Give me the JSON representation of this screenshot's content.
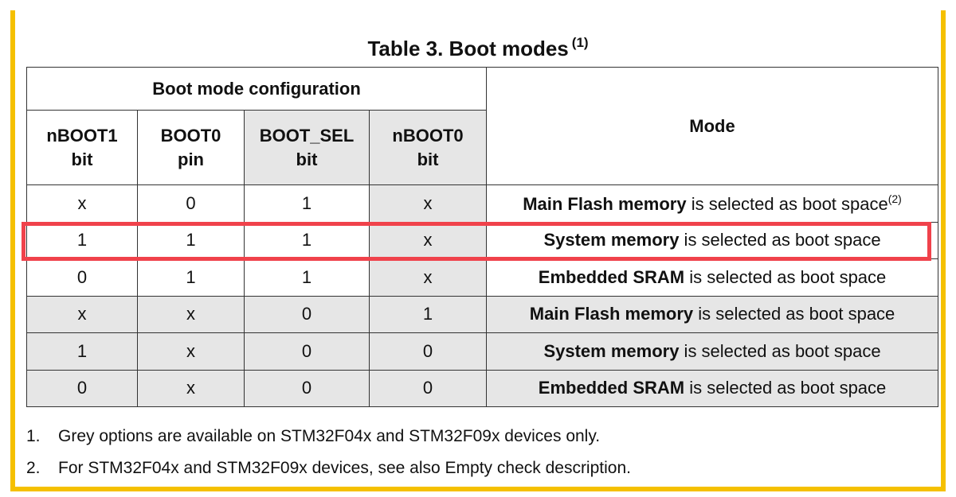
{
  "title": {
    "text": "Table 3. Boot modes",
    "note_ref": "(1)"
  },
  "table": {
    "group_header": "Boot mode configuration",
    "mode_header": "Mode",
    "columns": [
      {
        "line1": "nBOOT1",
        "line2": "bit"
      },
      {
        "line1": "BOOT0",
        "line2": "pin"
      },
      {
        "line1": "BOOT_SEL",
        "line2": "bit"
      },
      {
        "line1": "nBOOT0",
        "line2": "bit"
      }
    ],
    "rows": [
      {
        "cells": [
          "x",
          "0",
          "1",
          "x"
        ],
        "mode_bold": "Main Flash memory",
        "mode_rest": " is selected as boot space",
        "mode_note": "(2)",
        "grey": false,
        "highlighted": false
      },
      {
        "cells": [
          "1",
          "1",
          "1",
          "x"
        ],
        "mode_bold": "System memory",
        "mode_rest": " is selected as boot space",
        "mode_note": "",
        "grey": false,
        "highlighted": true
      },
      {
        "cells": [
          "0",
          "1",
          "1",
          "x"
        ],
        "mode_bold": "Embedded SRAM",
        "mode_rest": " is selected as boot space",
        "mode_note": "",
        "grey": false,
        "highlighted": false
      },
      {
        "cells": [
          "x",
          "x",
          "0",
          "1"
        ],
        "mode_bold": "Main Flash memory",
        "mode_rest": " is selected as boot space",
        "mode_note": "",
        "grey": true,
        "highlighted": false
      },
      {
        "cells": [
          "1",
          "x",
          "0",
          "0"
        ],
        "mode_bold": "System memory",
        "mode_rest": " is selected as boot space",
        "mode_note": "",
        "grey": true,
        "highlighted": false
      },
      {
        "cells": [
          "0",
          "x",
          "0",
          "0"
        ],
        "mode_bold": "Embedded SRAM",
        "mode_rest": " is selected as boot space",
        "mode_note": "",
        "grey": true,
        "highlighted": false
      }
    ]
  },
  "notes": [
    {
      "num": "1.",
      "text": "Grey options are available on STM32F04x and STM32F09x devices only."
    },
    {
      "num": "2.",
      "text": "For STM32F04x and STM32F09x devices, see also Empty check description."
    }
  ],
  "colors": {
    "frame": "#f5c000",
    "highlight": "#f0424b",
    "grey_fill": "#e6e6e6"
  }
}
